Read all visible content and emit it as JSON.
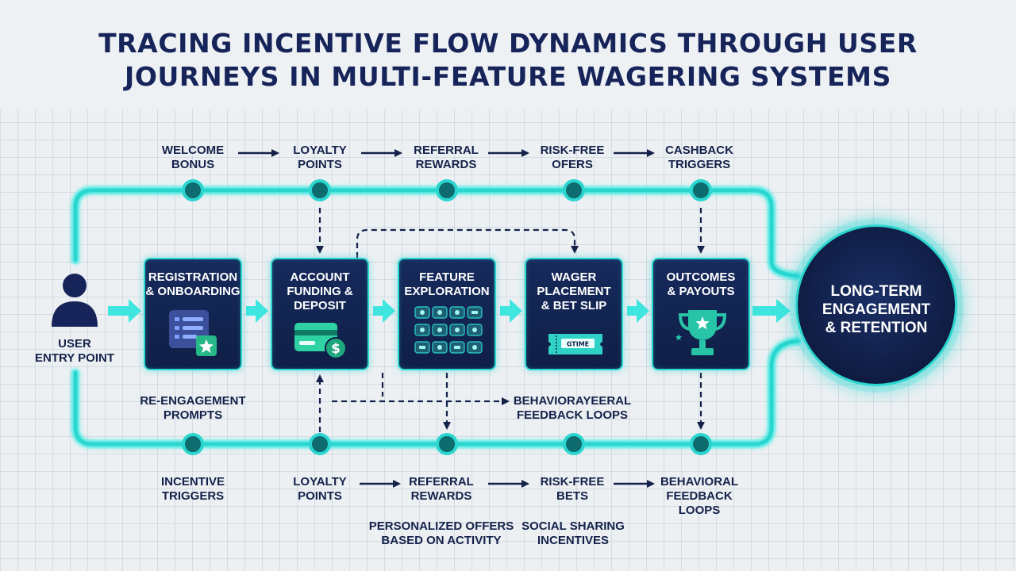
{
  "title": "TRACING INCENTIVE FLOW DYNAMICS THROUGH USER JOURNEYS IN MULTI-FEATURE WAGERING SYSTEMS",
  "entry": {
    "line1": "USER",
    "line2": "ENTRY POINT",
    "icon": "user-icon"
  },
  "top_incentives": [
    {
      "line1": "WELCOME",
      "line2": "BONUS"
    },
    {
      "line1": "LOYALTY",
      "line2": "POINTS"
    },
    {
      "line1": "REFERRAL",
      "line2": "REWARDS"
    },
    {
      "line1": "RISK-FREE",
      "line2": "OFERS"
    },
    {
      "line1": "CASHBACK",
      "line2": "TRIGGERS"
    }
  ],
  "stages": [
    {
      "line1": "REGISTRATION",
      "line2": "& ONBOARDING",
      "line3": "",
      "icon": "form-checklist-icon"
    },
    {
      "line1": "ACCOUNT",
      "line2": "FUNDING &",
      "line3": "DEPOSIT",
      "icon": "credit-card-icon"
    },
    {
      "line1": "FEATURE",
      "line2": "EXPLORATION",
      "line3": "",
      "icon": "feature-grid-icon"
    },
    {
      "line1": "WAGER",
      "line2": "PLACEMENT",
      "line3": "& BET SLIP",
      "icon": "bet-slip-ticket-icon",
      "ticket_text": "GTIME"
    },
    {
      "line1": "OUTCOMES",
      "line2": "& PAYOUTS",
      "line3": "",
      "icon": "trophy-icon"
    }
  ],
  "goal": {
    "line1": "LONG-TERM",
    "line2": "ENGAGEMENT",
    "line3": "& RETENTION"
  },
  "mid_labels": {
    "reengagement": {
      "line1": "RE-ENGAGEMENT",
      "line2": "PROMPTS"
    },
    "behavioral_mid": {
      "line1": "BEHAVIORAYEERAL",
      "line2": "FEEDBACK LOOPS"
    }
  },
  "bottom_incentives": [
    {
      "line1": "INCENTIVE",
      "line2": "TRIGGERS",
      "line3": ""
    },
    {
      "line1": "LOYALTY",
      "line2": "POINTS",
      "line3": ""
    },
    {
      "line1": "REFERRAL",
      "line2": "REWARDS",
      "line3": ""
    },
    {
      "line1": "RISK-FREE",
      "line2": "BETS",
      "line3": ""
    },
    {
      "line1": "BEHAVIORAL",
      "line2": "FEEDBACK",
      "line3": "LOOPS"
    }
  ],
  "extra_bottom": [
    {
      "line1": "PERSONALIZED OFFERS",
      "line2": "BASED ON ACTIVITY"
    },
    {
      "line1": "SOCIAL SHARING",
      "line2": "INCENTIVES"
    }
  ],
  "colors": {
    "navy": "#14224a",
    "cyan": "#2bd6d0",
    "box": "#132757",
    "background": "#edf0f3"
  }
}
